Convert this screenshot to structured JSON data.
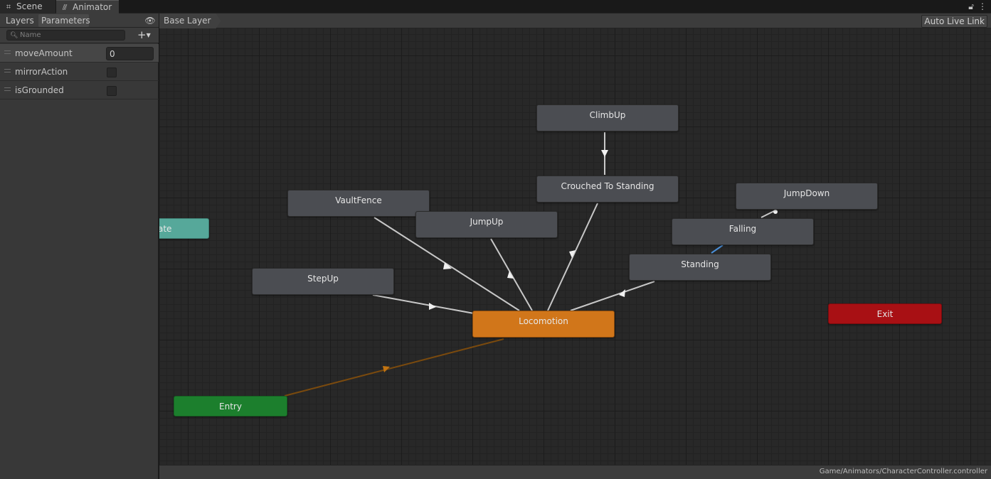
{
  "tabs": {
    "scene_label": "Scene",
    "animator_label": "Animator"
  },
  "left_panel": {
    "layers_tab": "Layers",
    "parameters_tab": "Parameters",
    "search_placeholder": "Name",
    "add_label": "+",
    "parameters": [
      {
        "name": "moveAmount",
        "type": "float",
        "value": "0"
      },
      {
        "name": "mirrorAction",
        "type": "bool",
        "checked": false
      },
      {
        "name": "isGrounded",
        "type": "bool",
        "checked": false
      }
    ]
  },
  "graph_header": {
    "breadcrumb": "Base Layer",
    "auto_live_link": "Auto Live Link"
  },
  "states": {
    "climb_up": "ClimbUp",
    "crouched_to_standing": "Crouched To Standing",
    "vault_fence": "VaultFence",
    "jump_up": "JumpUp",
    "jump_down": "JumpDown",
    "falling": "Falling",
    "standing": "Standing",
    "step_up": "StepUp",
    "locomotion": "Locomotion",
    "entry": "Entry",
    "exit": "Exit",
    "any_state_partial": "ate"
  },
  "colors": {
    "entry": "#1c7f2d",
    "exit": "#a81014",
    "default_state": "#d1761a",
    "any_state": "#56a89a",
    "state": "#4b4d52",
    "transition": "#c8c8c8",
    "default_transition": "#7a4a0e",
    "selected_transition": "#4a8fd8"
  },
  "status_bar": {
    "asset_path": "Game/Animators/CharacterController.controller"
  }
}
